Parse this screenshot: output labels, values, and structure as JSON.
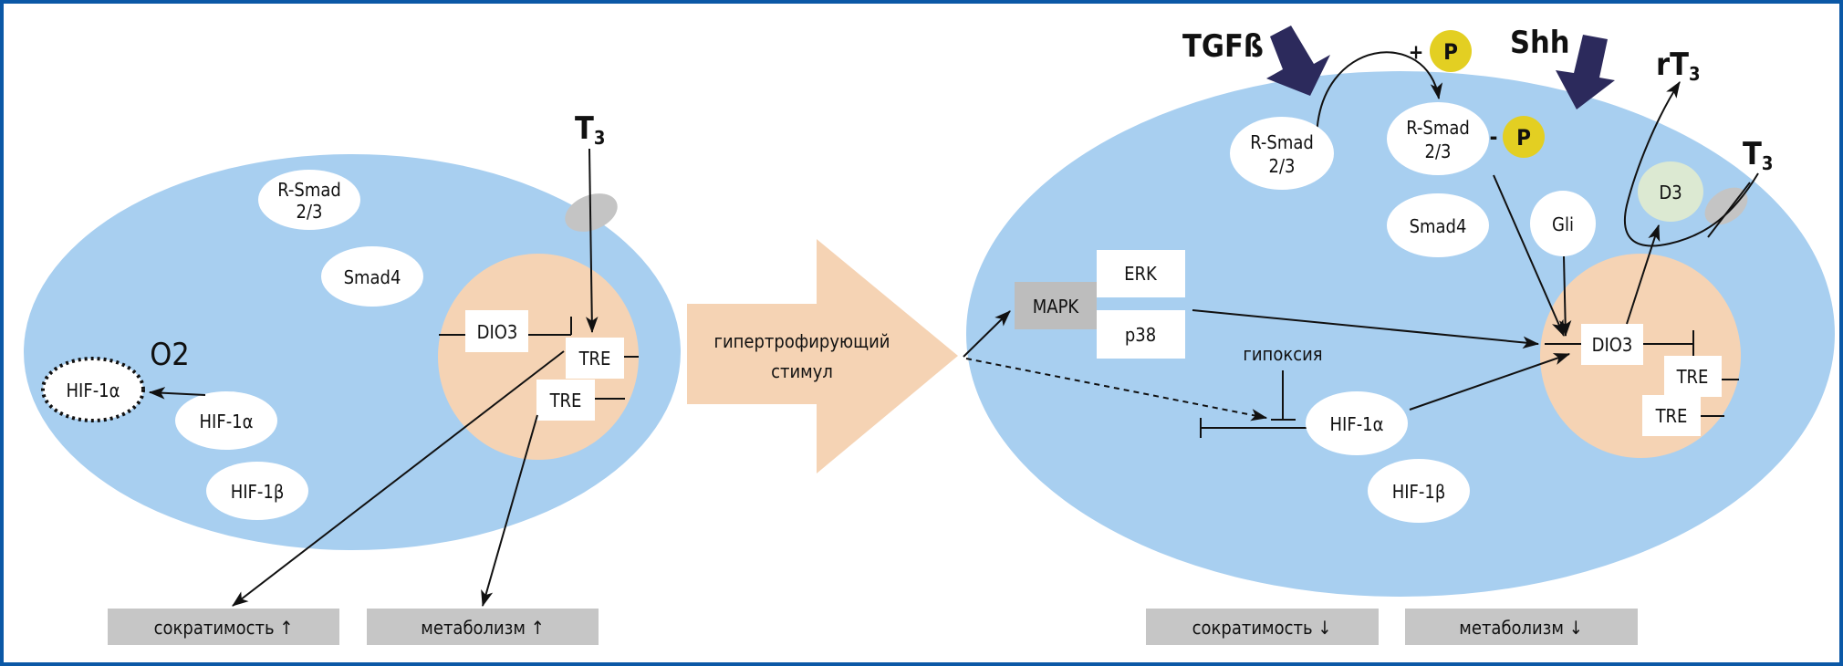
{
  "colors": {
    "frame": "#0b58a6",
    "cytoplasm": "#a8cff0",
    "nucleus": "#f5d3b4",
    "receptor": "#c4c4c4",
    "outcome_box": "#c6c6c6",
    "mapk_box": "#bdbdbd",
    "phosphate": "#e3cf22",
    "d3": "#dce9d2",
    "signal_arrow": "#2c2a5c",
    "stimulus_arrow": "#f5d3b4"
  },
  "left_cell": {
    "t3": {
      "main": "T",
      "sub": "3"
    },
    "o2": "O2",
    "r_smad": [
      "R-Smad",
      "2/3"
    ],
    "smad4": "Smad4",
    "hif1a_degraded": "HIF-1α",
    "hif1a": "HIF-1α",
    "hif1b": "HIF-1β",
    "dio3": "DIO3",
    "tre1": "TRE",
    "tre2": "TRE",
    "outcome_contractility": "сократимость ↑",
    "outcome_metabolism": "метаболизм ↑"
  },
  "stimulus": [
    "гипертрофирующий",
    "стимул"
  ],
  "right_cell": {
    "tgfb": "TGFß",
    "shh": "Shh",
    "rt3": {
      "main": "rT",
      "sub": "3"
    },
    "t3": {
      "main": "T",
      "sub": "3"
    },
    "plus": "+",
    "minus": "-",
    "phosphate": "P",
    "r_smad": [
      "R-Smad",
      "2/3"
    ],
    "r_smad_p": [
      "R-Smad",
      "2/3"
    ],
    "smad4": "Smad4",
    "gli": "Gli",
    "d3": "D3",
    "mapk": "MAPK",
    "erk": "ERK",
    "p38": "p38",
    "hypoxia": "гипоксия",
    "hif1a": "HIF-1α",
    "hif1b": "HIF-1β",
    "dio3": "DIO3",
    "tre1": "TRE",
    "tre2": "TRE",
    "outcome_contractility": "сократимость ↓",
    "outcome_metabolism": "метаболизм ↓"
  }
}
